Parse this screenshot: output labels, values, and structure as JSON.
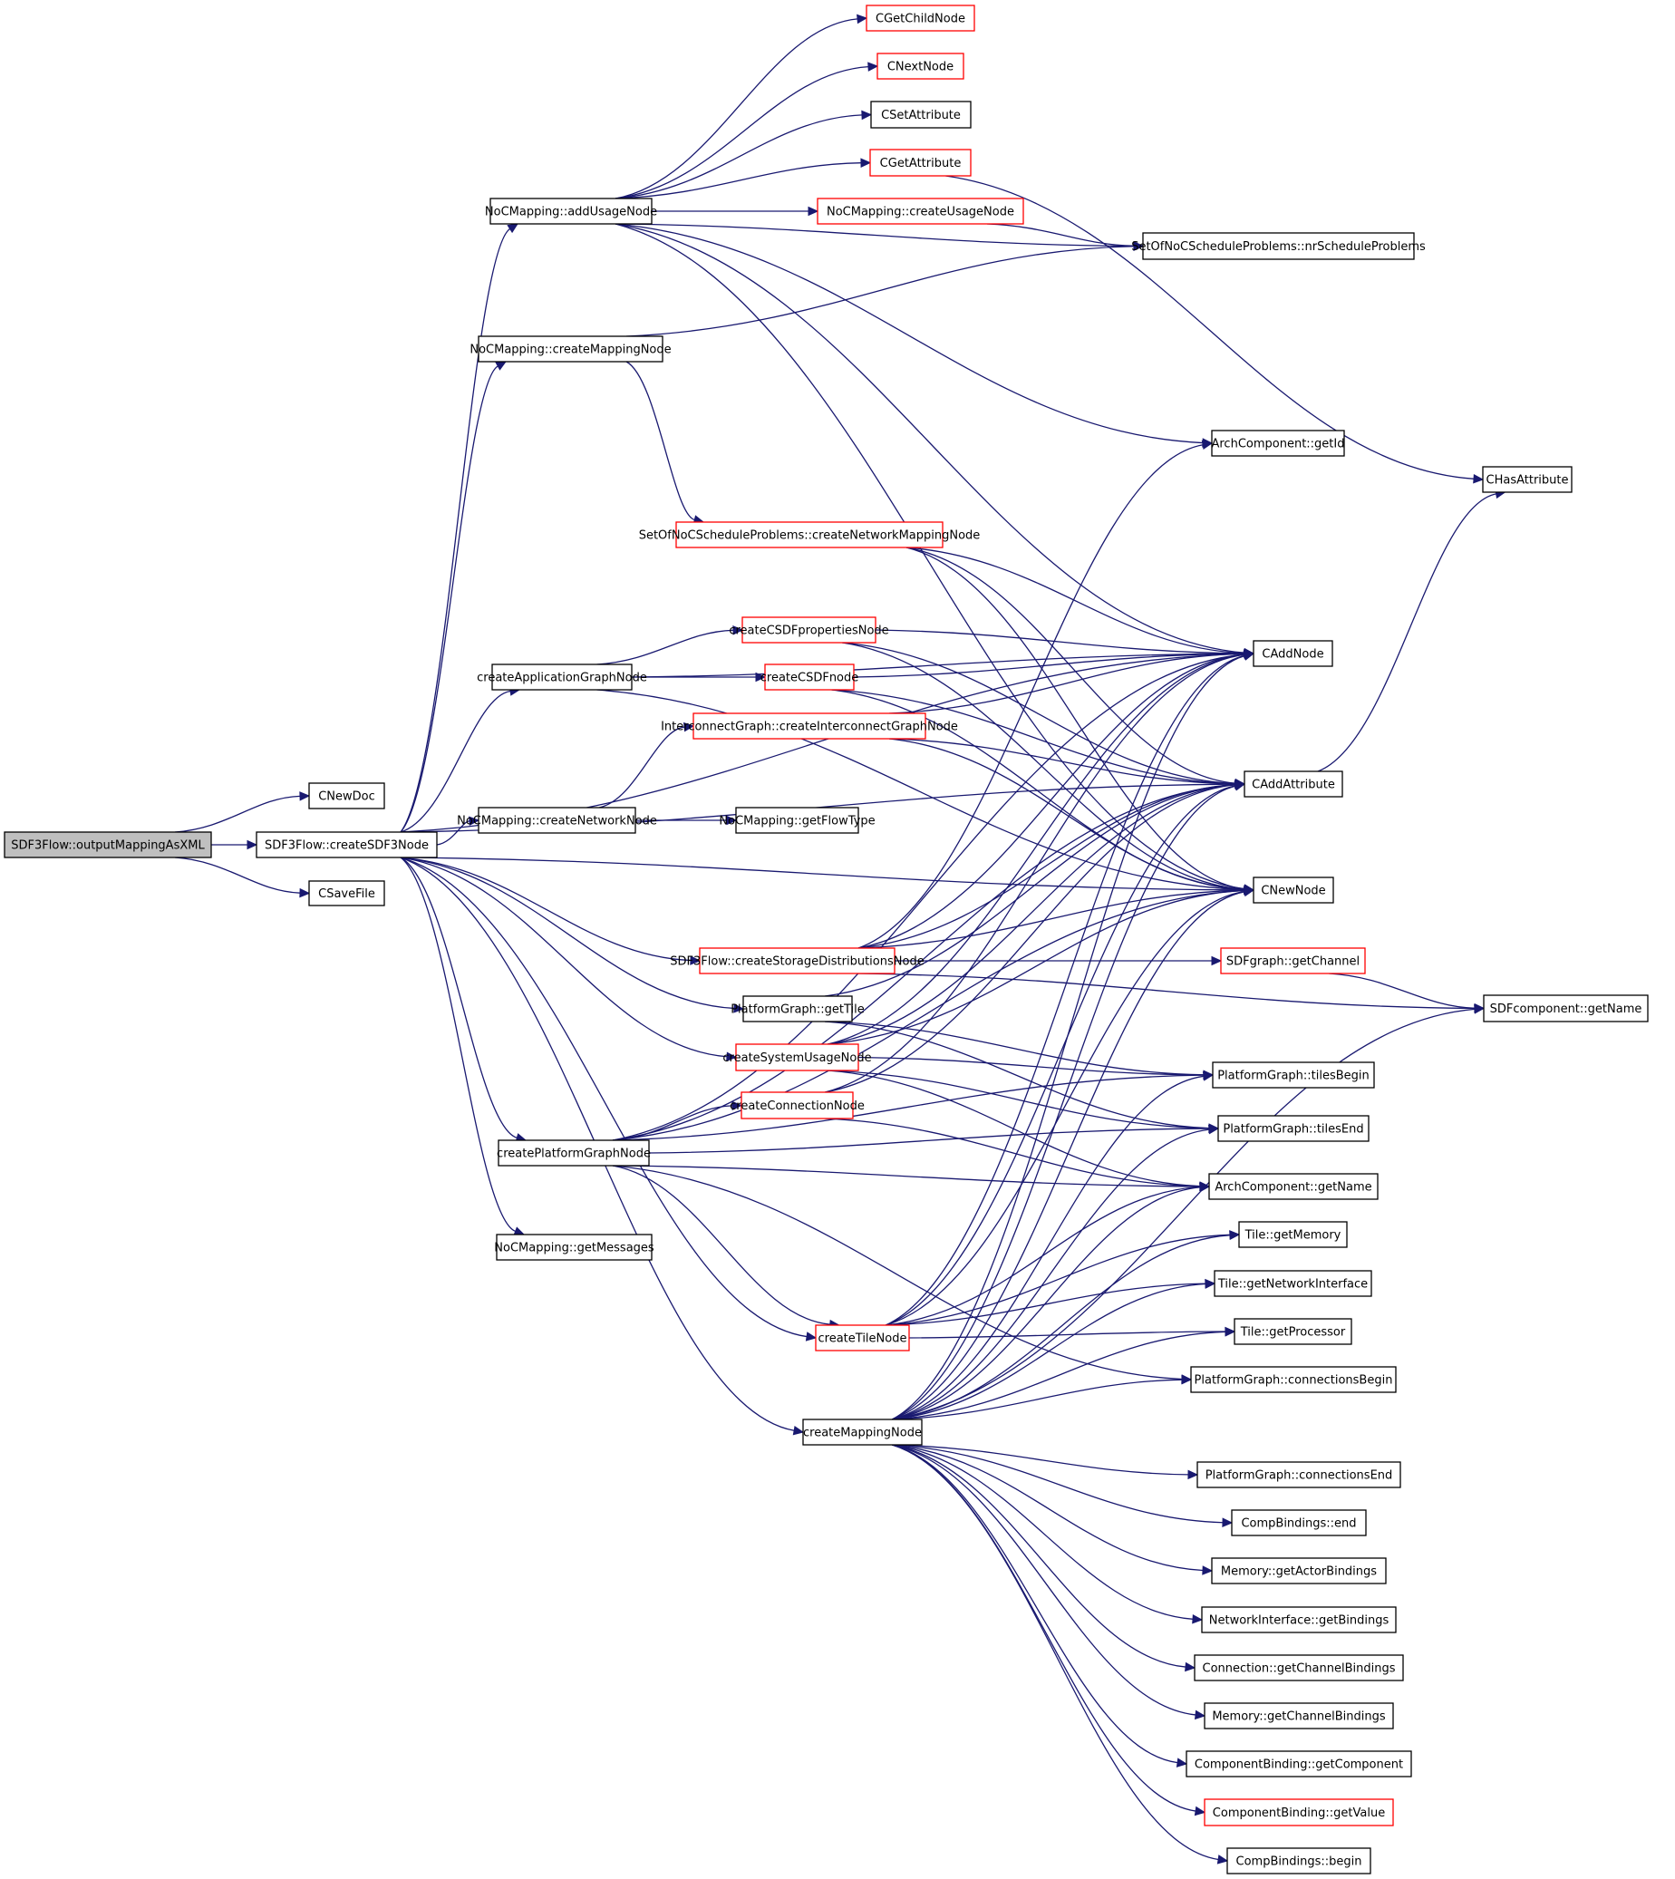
{
  "graph": {
    "title": "SDF3Flow::outputMappingAsXML call graph",
    "edge_color": "#191970",
    "node_border_default": "#000000",
    "node_border_truncated": "#ff0000",
    "root_fill": "#bfbfbf",
    "nodes": [
      {
        "id": "root",
        "label": "SDF3Flow::outputMappingAsXML",
        "style": "root"
      },
      {
        "id": "cnewdoc",
        "label": "CNewDoc",
        "style": "normal"
      },
      {
        "id": "createsdf3",
        "label": "SDF3Flow::createSDF3Node",
        "style": "normal"
      },
      {
        "id": "csavefile",
        "label": "CSaveFile",
        "style": "normal"
      },
      {
        "id": "cgetchild",
        "label": "CGetChildNode",
        "style": "red"
      },
      {
        "id": "cnextnode",
        "label": "CNextNode",
        "style": "red"
      },
      {
        "id": "csetattr",
        "label": "CSetAttribute",
        "style": "normal"
      },
      {
        "id": "cgetattr",
        "label": "CGetAttribute",
        "style": "red"
      },
      {
        "id": "createusage",
        "label": "NoCMapping::createUsageNode",
        "style": "red"
      },
      {
        "id": "nrsched",
        "label": "SetOfNoCScheduleProblems::nrScheduleProblems",
        "style": "normal"
      },
      {
        "id": "addusage",
        "label": "NoCMapping::addUsageNode",
        "style": "normal"
      },
      {
        "id": "nocmapnode",
        "label": "NoCMapping::createMappingNode",
        "style": "normal"
      },
      {
        "id": "archgetid",
        "label": "ArchComponent::getId",
        "style": "normal"
      },
      {
        "id": "chasattr",
        "label": "CHasAttribute",
        "style": "normal"
      },
      {
        "id": "netmapnode",
        "label": "SetOfNoCScheduleProblems::createNetworkMappingNode",
        "style": "red"
      },
      {
        "id": "csdfprop",
        "label": "createCSDFpropertiesNode",
        "style": "red"
      },
      {
        "id": "appgraph",
        "label": "createApplicationGraphNode",
        "style": "normal"
      },
      {
        "id": "csdfnode",
        "label": "createCSDFnode",
        "style": "red"
      },
      {
        "id": "icgraph",
        "label": "InterconnectGraph::createInterconnectGraphNode",
        "style": "red"
      },
      {
        "id": "caddnode",
        "label": "CAddNode",
        "style": "normal"
      },
      {
        "id": "caddattr",
        "label": "CAddAttribute",
        "style": "normal"
      },
      {
        "id": "cnewnode",
        "label": "CNewNode",
        "style": "normal"
      },
      {
        "id": "netnode",
        "label": "NoCMapping::createNetworkNode",
        "style": "normal"
      },
      {
        "id": "flowtype",
        "label": "NoCMapping::getFlowType",
        "style": "normal"
      },
      {
        "id": "storagedist",
        "label": "SDF3Flow::createStorageDistributionsNode",
        "style": "red"
      },
      {
        "id": "getchannel",
        "label": "SDFgraph::getChannel",
        "style": "red"
      },
      {
        "id": "gettile",
        "label": "PlatformGraph::getTile",
        "style": "normal"
      },
      {
        "id": "sdfgetname",
        "label": "SDFcomponent::getName",
        "style": "normal"
      },
      {
        "id": "sysusage",
        "label": "createSystemUsageNode",
        "style": "red"
      },
      {
        "id": "connnode",
        "label": "createConnectionNode",
        "style": "red"
      },
      {
        "id": "platgraph",
        "label": "createPlatformGraphNode",
        "style": "normal"
      },
      {
        "id": "tilesbegin",
        "label": "PlatformGraph::tilesBegin",
        "style": "normal"
      },
      {
        "id": "tilesend",
        "label": "PlatformGraph::tilesEnd",
        "style": "normal"
      },
      {
        "id": "archgetname",
        "label": "ArchComponent::getName",
        "style": "normal"
      },
      {
        "id": "getmemory",
        "label": "Tile::getMemory",
        "style": "normal"
      },
      {
        "id": "getni",
        "label": "Tile::getNetworkInterface",
        "style": "normal"
      },
      {
        "id": "getproc",
        "label": "Tile::getProcessor",
        "style": "normal"
      },
      {
        "id": "connbegin",
        "label": "PlatformGraph::connectionsBegin",
        "style": "normal"
      },
      {
        "id": "getmessages",
        "label": "NoCMapping::getMessages",
        "style": "normal"
      },
      {
        "id": "tilenode",
        "label": "createTileNode",
        "style": "red"
      },
      {
        "id": "mappingnode",
        "label": "createMappingNode",
        "style": "normal"
      },
      {
        "id": "connend",
        "label": "PlatformGraph::connectionsEnd",
        "style": "normal"
      },
      {
        "id": "cbend",
        "label": "CompBindings::end",
        "style": "normal"
      },
      {
        "id": "actorbind",
        "label": "Memory::getActorBindings",
        "style": "normal"
      },
      {
        "id": "nibind",
        "label": "NetworkInterface::getBindings",
        "style": "normal"
      },
      {
        "id": "connchbind",
        "label": "Connection::getChannelBindings",
        "style": "normal"
      },
      {
        "id": "memchbind",
        "label": "Memory::getChannelBindings",
        "style": "normal"
      },
      {
        "id": "getcomp",
        "label": "ComponentBinding::getComponent",
        "style": "normal"
      },
      {
        "id": "getvalue",
        "label": "ComponentBinding::getValue",
        "style": "red"
      },
      {
        "id": "cbbegin",
        "label": "CompBindings::begin",
        "style": "normal"
      }
    ],
    "edges": [
      [
        "root",
        "cnewdoc"
      ],
      [
        "root",
        "createsdf3"
      ],
      [
        "root",
        "csavefile"
      ],
      [
        "createsdf3",
        "addusage"
      ],
      [
        "createsdf3",
        "nocmapnode"
      ],
      [
        "createsdf3",
        "appgraph"
      ],
      [
        "createsdf3",
        "netnode"
      ],
      [
        "createsdf3",
        "storagedist"
      ],
      [
        "createsdf3",
        "sysusage"
      ],
      [
        "createsdf3",
        "platgraph"
      ],
      [
        "createsdf3",
        "getmessages"
      ],
      [
        "createsdf3",
        "mappingnode"
      ],
      [
        "createsdf3",
        "caddnode"
      ],
      [
        "createsdf3",
        "caddattr"
      ],
      [
        "createsdf3",
        "cnewnode"
      ],
      [
        "createsdf3",
        "gettile"
      ],
      [
        "createsdf3",
        "tilenode"
      ],
      [
        "addusage",
        "cgetchild"
      ],
      [
        "addusage",
        "cnextnode"
      ],
      [
        "addusage",
        "csetattr"
      ],
      [
        "addusage",
        "cgetattr"
      ],
      [
        "addusage",
        "createusage"
      ],
      [
        "addusage",
        "nrsched"
      ],
      [
        "addusage",
        "archgetid"
      ],
      [
        "addusage",
        "caddnode"
      ],
      [
        "addusage",
        "cnewnode"
      ],
      [
        "createusage",
        "nrsched"
      ],
      [
        "cgetattr",
        "chasattr"
      ],
      [
        "nocmapnode",
        "nrsched"
      ],
      [
        "nocmapnode",
        "netmapnode"
      ],
      [
        "netmapnode",
        "caddnode"
      ],
      [
        "netmapnode",
        "caddattr"
      ],
      [
        "netmapnode",
        "cnewnode"
      ],
      [
        "appgraph",
        "csdfprop"
      ],
      [
        "appgraph",
        "csdfnode"
      ],
      [
        "appgraph",
        "caddnode"
      ],
      [
        "appgraph",
        "cnewnode"
      ],
      [
        "csdfprop",
        "caddnode"
      ],
      [
        "csdfprop",
        "caddattr"
      ],
      [
        "csdfprop",
        "cnewnode"
      ],
      [
        "csdfnode",
        "caddnode"
      ],
      [
        "csdfnode",
        "caddattr"
      ],
      [
        "csdfnode",
        "cnewnode"
      ],
      [
        "icgraph",
        "caddnode"
      ],
      [
        "icgraph",
        "caddattr"
      ],
      [
        "icgraph",
        "cnewnode"
      ],
      [
        "caddattr",
        "chasattr"
      ],
      [
        "netnode",
        "icgraph"
      ],
      [
        "netnode",
        "flowtype"
      ],
      [
        "storagedist",
        "getchannel"
      ],
      [
        "storagedist",
        "sdfgetname"
      ],
      [
        "storagedist",
        "archgetid"
      ],
      [
        "storagedist",
        "caddnode"
      ],
      [
        "storagedist",
        "caddattr"
      ],
      [
        "storagedist",
        "cnewnode"
      ],
      [
        "getchannel",
        "sdfgetname"
      ],
      [
        "gettile",
        "caddattr"
      ],
      [
        "gettile",
        "tilesbegin"
      ],
      [
        "gettile",
        "tilesend"
      ],
      [
        "sysusage",
        "caddnode"
      ],
      [
        "sysusage",
        "caddattr"
      ],
      [
        "sysusage",
        "cnewnode"
      ],
      [
        "sysusage",
        "tilesbegin"
      ],
      [
        "sysusage",
        "tilesend"
      ],
      [
        "sysusage",
        "archgetname"
      ],
      [
        "connnode",
        "caddnode"
      ],
      [
        "connnode",
        "caddattr"
      ],
      [
        "connnode",
        "archgetname"
      ],
      [
        "platgraph",
        "connnode"
      ],
      [
        "platgraph",
        "caddattr"
      ],
      [
        "platgraph",
        "cnewnode"
      ],
      [
        "platgraph",
        "tilenode"
      ],
      [
        "platgraph",
        "tilesbegin"
      ],
      [
        "platgraph",
        "tilesend"
      ],
      [
        "platgraph",
        "archgetname"
      ],
      [
        "platgraph",
        "connbegin"
      ],
      [
        "platgraph",
        "caddnode"
      ],
      [
        "tilenode",
        "caddnode"
      ],
      [
        "tilenode",
        "caddattr"
      ],
      [
        "tilenode",
        "cnewnode"
      ],
      [
        "tilenode",
        "archgetname"
      ],
      [
        "tilenode",
        "getmemory"
      ],
      [
        "tilenode",
        "getni"
      ],
      [
        "tilenode",
        "getproc"
      ],
      [
        "mappingnode",
        "caddnode"
      ],
      [
        "mappingnode",
        "caddattr"
      ],
      [
        "mappingnode",
        "cnewnode"
      ],
      [
        "mappingnode",
        "tilesbegin"
      ],
      [
        "mappingnode",
        "tilesend"
      ],
      [
        "mappingnode",
        "archgetname"
      ],
      [
        "mappingnode",
        "getmemory"
      ],
      [
        "mappingnode",
        "getni"
      ],
      [
        "mappingnode",
        "getproc"
      ],
      [
        "mappingnode",
        "connbegin"
      ],
      [
        "mappingnode",
        "sdfgetname"
      ],
      [
        "mappingnode",
        "connend"
      ],
      [
        "mappingnode",
        "cbend"
      ],
      [
        "mappingnode",
        "actorbind"
      ],
      [
        "mappingnode",
        "nibind"
      ],
      [
        "mappingnode",
        "connchbind"
      ],
      [
        "mappingnode",
        "memchbind"
      ],
      [
        "mappingnode",
        "getcomp"
      ],
      [
        "mappingnode",
        "getvalue"
      ],
      [
        "mappingnode",
        "cbbegin"
      ]
    ]
  }
}
